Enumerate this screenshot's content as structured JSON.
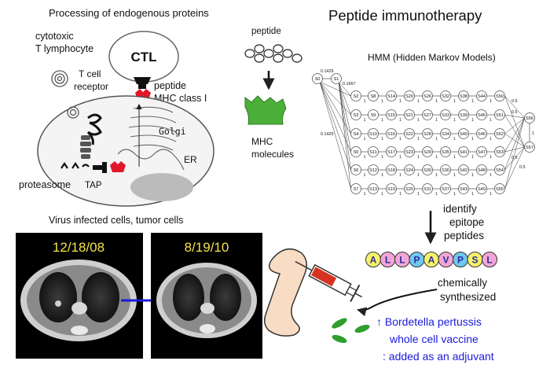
{
  "endogenous": {
    "title": "Processing of endogenous proteins",
    "ctl": "CTL",
    "ctl_desc_1": "cytotoxic",
    "ctl_desc_2": "T lymphocyte",
    "tcr_1": "T cell",
    "tcr_2": "receptor",
    "peptide": "peptide",
    "mhc1": "MHC class I",
    "golgi": "Golgi",
    "er": "ER",
    "proteasome": "proteasome",
    "tap": "TAP"
  },
  "immunotherapy": {
    "title": "Peptide immunotherapy",
    "peptide_label": "peptide",
    "mhc_1": "MHC",
    "mhc_2": "molecules"
  },
  "hmm": {
    "title": "HMM (Hidden Markov Models)",
    "start_states": [
      "S0",
      "S1"
    ],
    "rows": [
      [
        "S2",
        "S8",
        "S14",
        "S20",
        "S26",
        "S32",
        "S38",
        "S44",
        "S50"
      ],
      [
        "S3",
        "S9",
        "S15",
        "S21",
        "S27",
        "S33",
        "S39",
        "S45",
        "S51"
      ],
      [
        "S4",
        "S10",
        "S16",
        "S22",
        "S28",
        "S34",
        "S40",
        "S46",
        "S52"
      ],
      [
        "S5",
        "S11",
        "S17",
        "S23",
        "S29",
        "S35",
        "S41",
        "S47",
        "S53"
      ],
      [
        "S6",
        "S12",
        "S18",
        "S24",
        "S30",
        "S36",
        "S42",
        "S48",
        "S54"
      ],
      [
        "S7",
        "S13",
        "S19",
        "S25",
        "S31",
        "S37",
        "S43",
        "S49",
        "S55"
      ]
    ],
    "end_states": [
      "S56",
      "S57"
    ],
    "prob_a": "0.1429",
    "prob_b": "0.1667",
    "prob_c": "0.1429",
    "prob_end": "0.5",
    "edge_one": "1"
  },
  "lower": {
    "virus_title": "Virus infected cells, tumor cells",
    "date_before": "12/18/08",
    "date_after": "8/19/10",
    "identify_1": "identify",
    "identify_2": "epitope",
    "identify_3": "peptides",
    "sequence": [
      "A",
      "L",
      "L",
      "P",
      "A",
      "V",
      "P",
      "S",
      "L"
    ],
    "sequence_colors": [
      "#f6f26a",
      "#f3a6d6",
      "#f3a6d6",
      "#6fc8f0",
      "#f6f26a",
      "#f3a6d6",
      "#6fc8f0",
      "#f6f26a",
      "#f3a6d6"
    ],
    "synth_1": "chemically",
    "synth_2": "synthesized",
    "vaccine_1": "↑ Bordetella pertussis",
    "vaccine_2": "whole cell vaccine",
    "vaccine_3": ": added as an adjuvant",
    "vaccine_color": "#1a1adc"
  }
}
